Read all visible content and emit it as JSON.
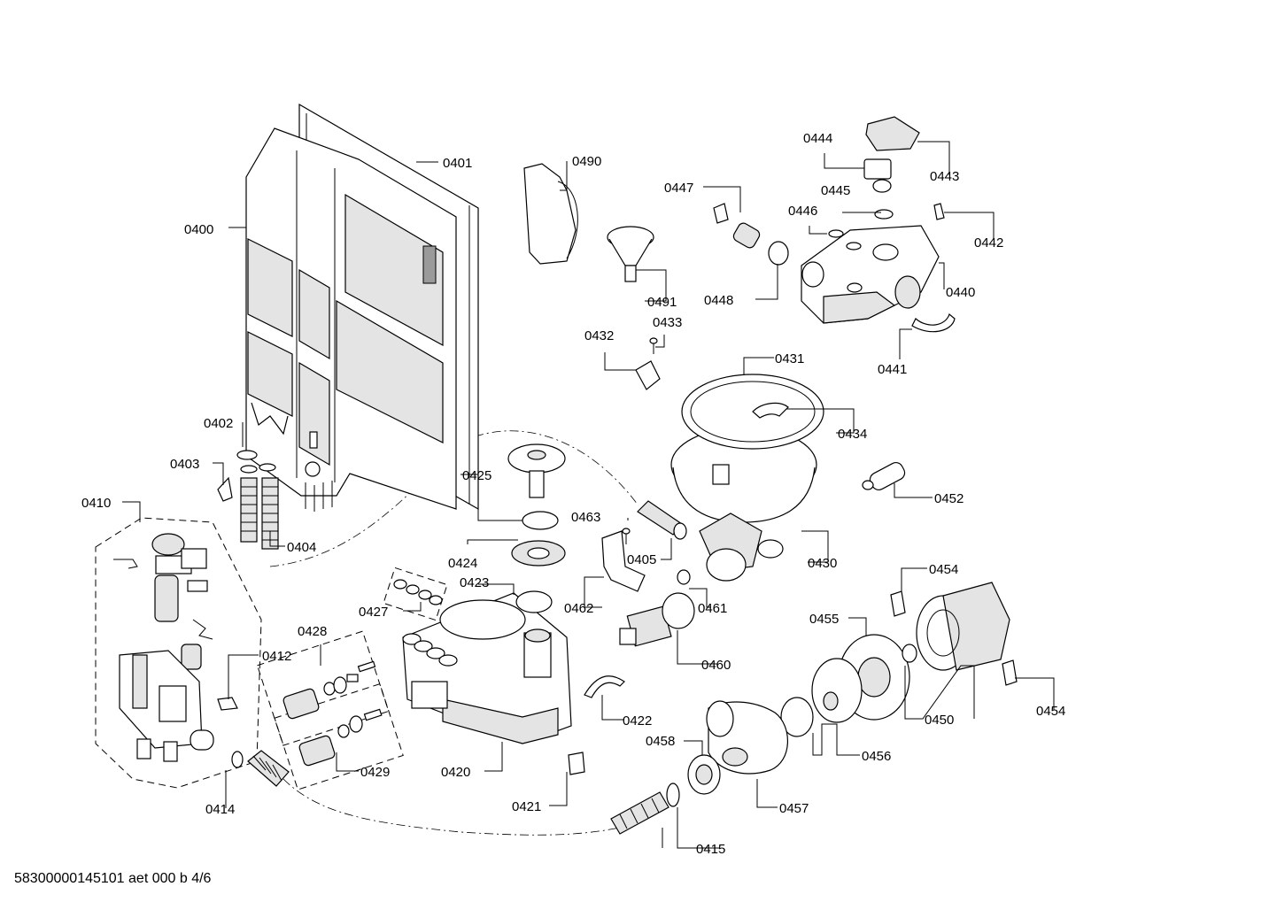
{
  "footer": {
    "doc_code": "58300000145101 aet 000 b 4/6"
  },
  "labels": {
    "p0400": "0400",
    "p0401": "0401",
    "p0402": "0402",
    "p0403": "0403",
    "p0404": "0404",
    "p0405": "0405",
    "p0410": "0410",
    "p0412": "0412",
    "p0414": "0414",
    "p0415": "0415",
    "p0420": "0420",
    "p0421": "0421",
    "p0422": "0422",
    "p0423": "0423",
    "p0424": "0424",
    "p0425": "0425",
    "p0427": "0427",
    "p0428": "0428",
    "p0429": "0429",
    "p0430": "0430",
    "p0431": "0431",
    "p0432": "0432",
    "p0433": "0433",
    "p0434": "0434",
    "p0440": "0440",
    "p0441": "0441",
    "p0442": "0442",
    "p0443": "0443",
    "p0444": "0444",
    "p0445": "0445",
    "p0446": "0446",
    "p0447": "0447",
    "p0448": "0448",
    "p0450": "0450",
    "p0452": "0452",
    "p0454a": "0454",
    "p0454b": "0454",
    "p0455": "0455",
    "p0456": "0456",
    "p0457": "0457",
    "p0458": "0458",
    "p0460": "0460",
    "p0461": "0461",
    "p0462": "0462",
    "p0463": "0463",
    "p0490": "0490",
    "p0491": "0491"
  }
}
